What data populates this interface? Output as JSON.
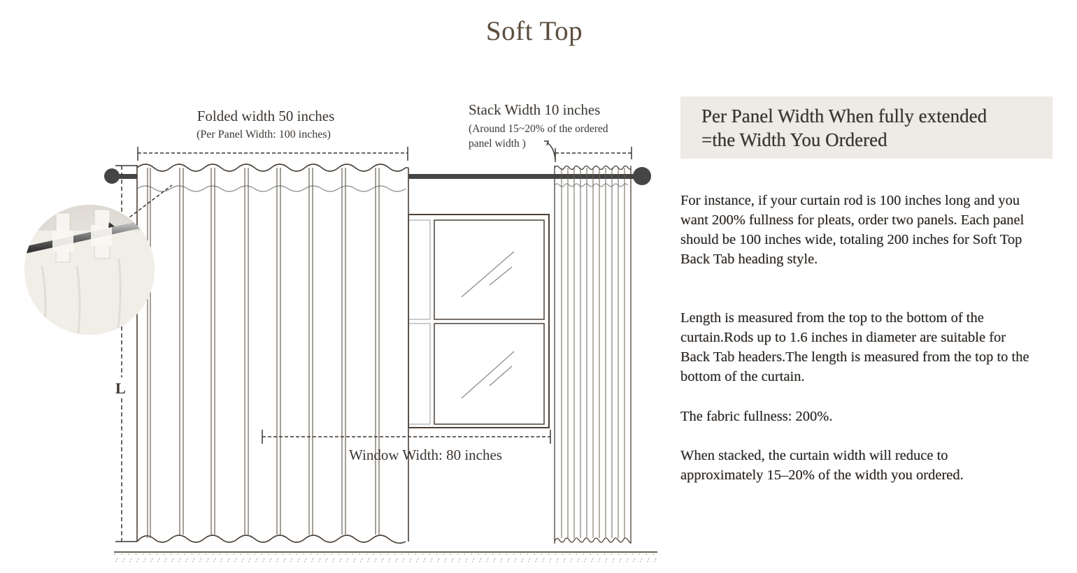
{
  "title": "Soft Top",
  "diagram": {
    "folded_width": "Folded width 50 inches",
    "per_panel_width": "(Per Panel Width: 100 inches)",
    "stack_width": "Stack Width 10 inches",
    "stack_note_1": "(Around 15~20% of the ordered",
    "stack_note_2": "panel width )",
    "window_width": "Window Width: 80 inches",
    "length_label": "L"
  },
  "info": {
    "heading_line1": "Per Panel Width When fully extended",
    "heading_line2": "=the Width You Ordered",
    "paragraphs": [
      "For instance, if your curtain rod is 100 inches long and you want 200% fullness for pleats, order two panels. Each panel should be 100 inches wide, totaling 200 inches for Soft Top Back Tab heading style.",
      "Length is measured from the top to the bottom of the curtain.Rods up to 1.6 inches in diameter are suitable for Back Tab headers.The length is measured from the top to the bottom of the curtain.",
      "The fabric fullness: 200%.",
      "When stacked, the curtain width will reduce to approximately 15–20% of the width you ordered."
    ]
  },
  "colors": {
    "line": "#4a4038",
    "rod": "#454545",
    "box": "#eeebe6",
    "title": "#5b4c3d"
  }
}
